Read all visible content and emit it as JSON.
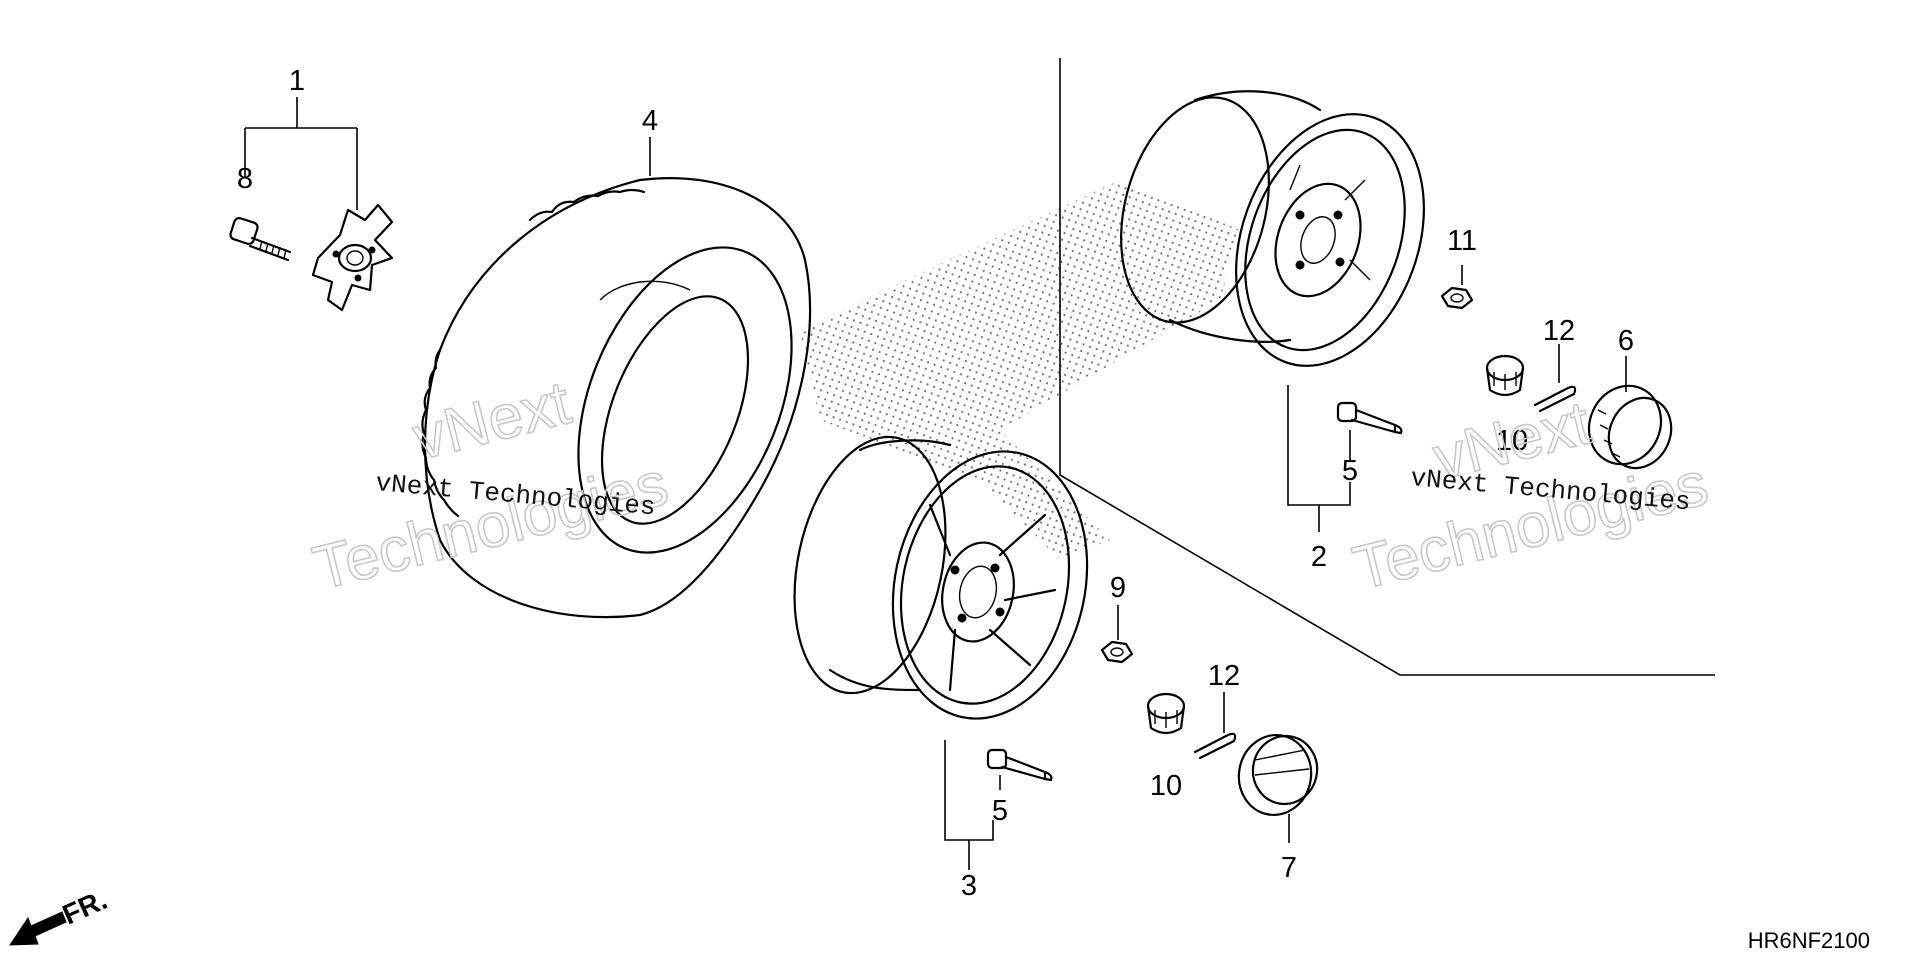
{
  "callouts": {
    "c1": "1",
    "c2": "2",
    "c3": "3",
    "c4": "4",
    "c5a": "5",
    "c5b": "5",
    "c6": "6",
    "c7": "7",
    "c8": "8",
    "c9": "9",
    "c10a": "10",
    "c10b": "10",
    "c11": "11",
    "c12a": "12",
    "c12b": "12"
  },
  "watermark": {
    "line1": "vNext",
    "line2": "Technologies",
    "caption": "vNext Technologies"
  },
  "direction_label": "FR.",
  "diagram_code": "HR6NF2100",
  "icons": [
    "front-direction-arrow-icon"
  ]
}
